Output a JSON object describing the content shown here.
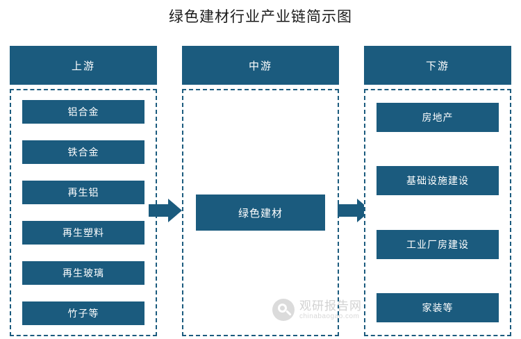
{
  "title": "绿色建材行业产业链简示图",
  "columns": {
    "upstream": {
      "header": "上游",
      "nodes": [
        "铝合金",
        "铁合金",
        "再生铝",
        "再生塑料",
        "再生玻璃",
        "竹子等"
      ]
    },
    "midstream": {
      "header": "中游",
      "nodes": [
        "绿色建材"
      ]
    },
    "downstream": {
      "header": "下游",
      "nodes": [
        "房地产",
        "基础设施建设",
        "工业厂房建设",
        "家装等"
      ]
    }
  },
  "arrows": [
    {
      "name": "arrow-upstream-to-midstream"
    },
    {
      "name": "arrow-midstream-to-downstream"
    }
  ],
  "watermark": {
    "name": "观研报告网",
    "url": "chinabaogao.com"
  },
  "colors": {
    "accent": "#1b5b7e",
    "background": "#ffffff",
    "title_text": "#1a1a1a"
  }
}
